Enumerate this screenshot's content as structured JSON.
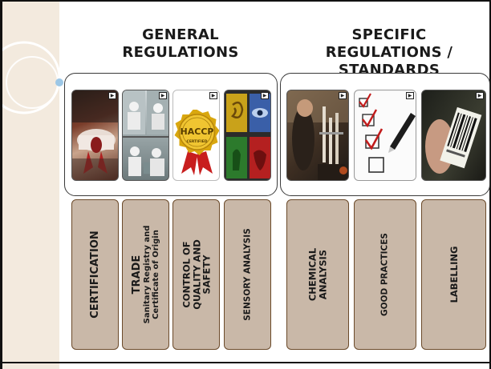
{
  "headings": {
    "general": [
      "GENERAL",
      "REGULATIONS"
    ],
    "specific": [
      "SPECIFIC",
      "REGULATIONS /",
      "STANDARDS"
    ]
  },
  "photos": {
    "certification": "certificate-scroll-photo",
    "trade": "factory-workers-photo",
    "haccp": "haccp-certified-seal",
    "sensory": "sensory-icons-photo",
    "chemical": "lab-analysis-photo",
    "good_practices": "checklist-photo",
    "labelling": "barcode-label-photo"
  },
  "haccp_seal": {
    "main": "HACCP",
    "sub": "CERTIFIED"
  },
  "columns": {
    "certification": [
      "CERTIFICATION"
    ],
    "trade": [
      "TRADE",
      "Sanitary Registry and",
      "Certificate of Origin"
    ],
    "control": [
      "CONTROL OF",
      "QUALITY AND",
      "SAFETY"
    ],
    "sensory": [
      "SENSORY ANALYSIS"
    ],
    "chemical": [
      "CHEMICAL",
      "ANALYSIS"
    ],
    "good_practices": [
      "GOOD PRACTICES"
    ],
    "labelling": [
      "LABELLING"
    ]
  },
  "colors": {
    "column_fill": "#c9b8a8",
    "column_border": "#6b4a2a",
    "side_band": "#f3eade",
    "accent_dot": "#9cc7e6"
  }
}
